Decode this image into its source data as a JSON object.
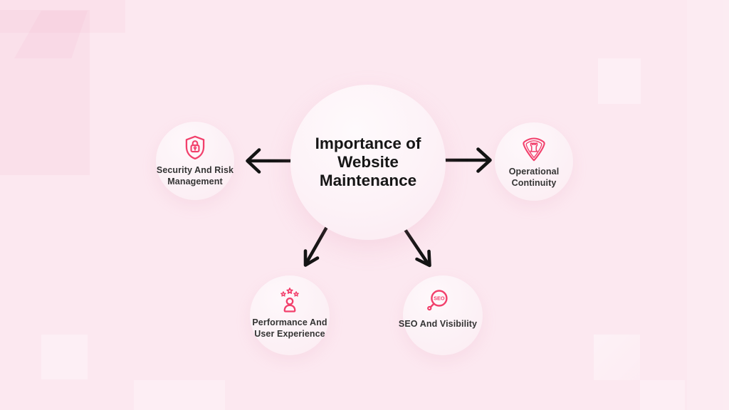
{
  "center": {
    "title_lines": [
      "Importance of",
      "Website",
      "Maintenance"
    ]
  },
  "nodes": [
    {
      "id": "security-and-risk-management",
      "label_lines": [
        "Security And Risk",
        "Management"
      ],
      "icon": "shield-lock-icon"
    },
    {
      "id": "operational-continuity",
      "label_lines": [
        "Operational",
        "Continuity"
      ],
      "icon": "rook-badge-icon"
    },
    {
      "id": "performance-and-user-experience",
      "label_lines": [
        "Performance And",
        "User Experience"
      ],
      "icon": "user-stars-icon"
    },
    {
      "id": "seo-and-visibility",
      "label_lines": [
        "SEO And Visibility"
      ],
      "icon": "seo-magnifier-icon",
      "icon_text": "SEO"
    }
  ],
  "colors": {
    "background": "#fce8f0",
    "accent": "#f2406c",
    "title_text": "#161616",
    "label_text": "#343434",
    "arrow": "#141414"
  }
}
